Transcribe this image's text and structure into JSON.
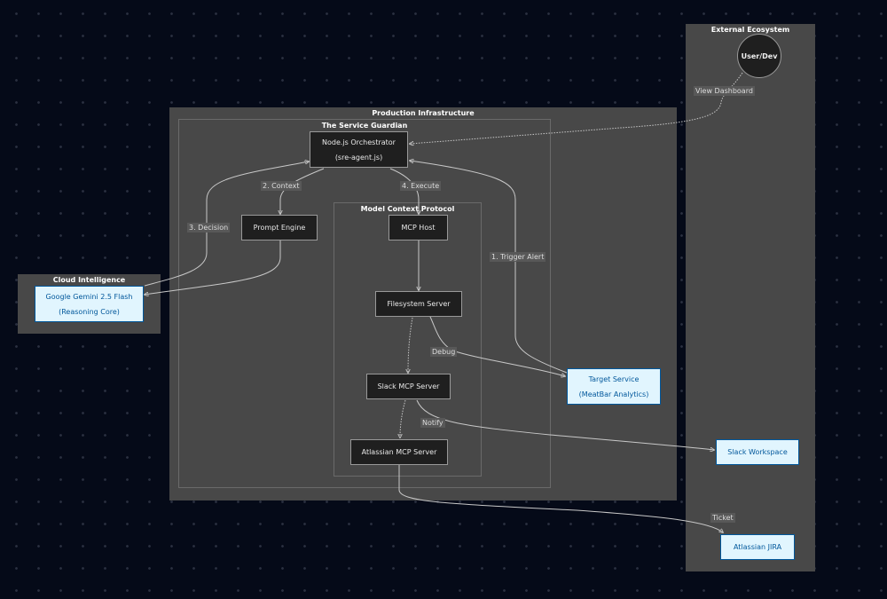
{
  "clusters": {
    "external": "External Ecosystem",
    "production": "Production Infrastructure",
    "guardian": "The Service Guardian",
    "mcp": "Model Context Protocol",
    "cloud": "Cloud Intelligence"
  },
  "nodes": {
    "user": "User/Dev",
    "orchestrator_line1": "Node.js Orchestrator",
    "orchestrator_line2": "(sre-agent.js)",
    "prompt_engine": "Prompt Engine",
    "mcp_host": "MCP Host",
    "filesystem": "Filesystem Server",
    "slack_mcp": "Slack MCP Server",
    "atlassian_mcp": "Atlassian MCP Server",
    "gemini_line1": "Google Gemini 2.5 Flash",
    "gemini_line2": "(Reasoning Core)",
    "target_line1": "Target Service",
    "target_line2": "(MeatBar Analytics)",
    "slack_workspace": "Slack Workspace",
    "jira": "Atlassian JIRA"
  },
  "edges": {
    "view_dashboard": "View Dashboard",
    "context": "2. Context",
    "execute": "4. Execute",
    "decision": "3. Decision",
    "trigger_alert": "1. Trigger Alert",
    "debug": "Debug",
    "notify": "Notify",
    "ticket": "Ticket"
  },
  "colors": {
    "background": "#050a18",
    "cluster": "#484848",
    "dark_node": "#1f1f1f",
    "light_node_fill": "#e1f5fe",
    "light_node_stroke": "#01579b"
  }
}
